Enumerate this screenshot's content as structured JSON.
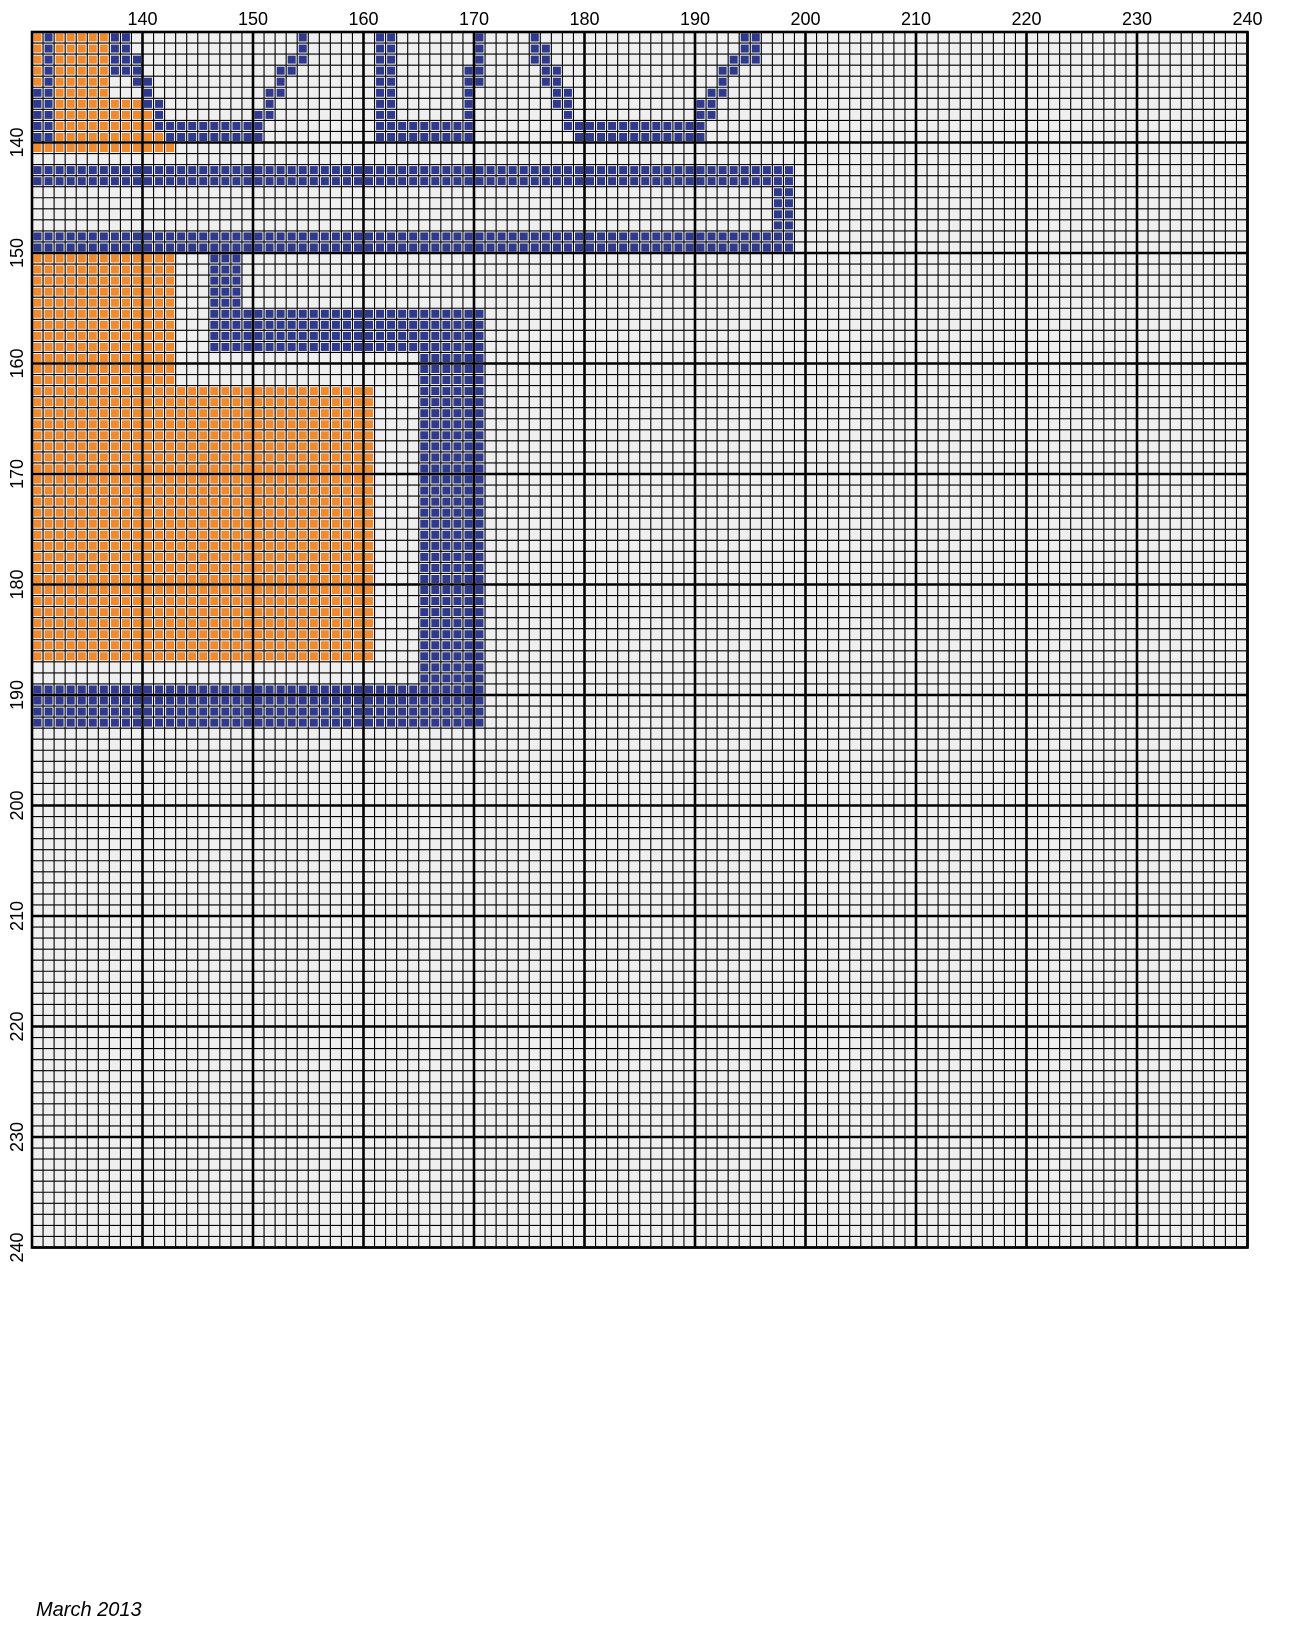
{
  "chart_data": {
    "type": "heatmap",
    "x_range": [
      130,
      240
    ],
    "y_range": [
      131,
      240
    ],
    "x_ticks": [
      140,
      150,
      160,
      170,
      180,
      190,
      200,
      210,
      220,
      230,
      240
    ],
    "y_ticks": [
      140,
      150,
      160,
      170,
      180,
      190,
      200,
      210,
      220,
      230,
      240
    ],
    "grid": true,
    "major_every": 10,
    "colors": {
      "background": "#ececec",
      "fabric": "#efefef",
      "grid_minor": "#000000",
      "grid_major": "#000000",
      "orange": "#f08a2e",
      "navy": "#2f3a8c",
      "cell_highlight": "#ffffff"
    },
    "regions": [
      {
        "color": "orange",
        "x": [
          131,
          137
        ],
        "y": [
          131,
          136
        ]
      },
      {
        "color": "orange",
        "x": [
          131,
          140
        ],
        "y": [
          137,
          137
        ]
      },
      {
        "color": "orange",
        "x": [
          131,
          141
        ],
        "y": [
          138,
          139
        ]
      },
      {
        "color": "orange",
        "x": [
          131,
          142
        ],
        "y": [
          140,
          140
        ]
      },
      {
        "color": "orange",
        "x": [
          131,
          143
        ],
        "y": [
          141,
          141
        ]
      },
      {
        "color": "orange",
        "x": [
          131,
          143
        ],
        "y": [
          151,
          162
        ]
      },
      {
        "color": "orange",
        "x": [
          131,
          161
        ],
        "y": [
          163,
          187
        ]
      },
      {
        "color": "navy",
        "x": [
          131,
          131
        ],
        "y": [
          136,
          140
        ]
      },
      {
        "color": "navy",
        "x": [
          132,
          132
        ],
        "y": [
          131,
          140
        ]
      },
      {
        "color": "navy",
        "x": [
          138,
          139
        ],
        "y": [
          131,
          134
        ]
      },
      {
        "color": "navy",
        "x": [
          140,
          140
        ],
        "y": [
          133,
          135
        ]
      },
      {
        "color": "navy",
        "x": [
          141,
          141
        ],
        "y": [
          135,
          137
        ]
      },
      {
        "color": "navy",
        "x": [
          142,
          142
        ],
        "y": [
          137,
          139
        ]
      },
      {
        "color": "navy",
        "x": [
          143,
          150
        ],
        "y": [
          139,
          140
        ]
      },
      {
        "color": "navy",
        "x": [
          151,
          151
        ],
        "y": [
          138,
          140
        ]
      },
      {
        "color": "navy",
        "x": [
          152,
          152
        ],
        "y": [
          136,
          138
        ]
      },
      {
        "color": "navy",
        "x": [
          153,
          153
        ],
        "y": [
          134,
          136
        ]
      },
      {
        "color": "navy",
        "x": [
          154,
          154
        ],
        "y": [
          133,
          134
        ]
      },
      {
        "color": "navy",
        "x": [
          155,
          155
        ],
        "y": [
          131,
          133
        ]
      },
      {
        "color": "navy",
        "x": [
          162,
          163
        ],
        "y": [
          131,
          140
        ]
      },
      {
        "color": "navy",
        "x": [
          164,
          169
        ],
        "y": [
          139,
          140
        ]
      },
      {
        "color": "navy",
        "x": [
          170,
          170
        ],
        "y": [
          134,
          140
        ]
      },
      {
        "color": "navy",
        "x": [
          171,
          171
        ],
        "y": [
          131,
          135
        ]
      },
      {
        "color": "navy",
        "x": [
          176,
          176
        ],
        "y": [
          131,
          133
        ]
      },
      {
        "color": "navy",
        "x": [
          177,
          177
        ],
        "y": [
          132,
          135
        ]
      },
      {
        "color": "navy",
        "x": [
          178,
          178
        ],
        "y": [
          134,
          137
        ]
      },
      {
        "color": "navy",
        "x": [
          179,
          179
        ],
        "y": [
          136,
          139
        ]
      },
      {
        "color": "navy",
        "x": [
          180,
          190
        ],
        "y": [
          139,
          140
        ]
      },
      {
        "color": "navy",
        "x": [
          191,
          191
        ],
        "y": [
          137,
          140
        ]
      },
      {
        "color": "navy",
        "x": [
          192,
          192
        ],
        "y": [
          136,
          138
        ]
      },
      {
        "color": "navy",
        "x": [
          193,
          193
        ],
        "y": [
          134,
          136
        ]
      },
      {
        "color": "navy",
        "x": [
          194,
          194
        ],
        "y": [
          133,
          134
        ]
      },
      {
        "color": "navy",
        "x": [
          195,
          196
        ],
        "y": [
          131,
          133
        ]
      },
      {
        "color": "navy",
        "x": [
          131,
          199
        ],
        "y": [
          143,
          144
        ]
      },
      {
        "color": "navy",
        "x": [
          198,
          199
        ],
        "y": [
          145,
          148
        ]
      },
      {
        "color": "navy",
        "x": [
          131,
          199
        ],
        "y": [
          149,
          150
        ]
      },
      {
        "color": "navy",
        "x": [
          147,
          149
        ],
        "y": [
          151,
          155
        ]
      },
      {
        "color": "navy",
        "x": [
          147,
          171
        ],
        "y": [
          156,
          159
        ]
      },
      {
        "color": "navy",
        "x": [
          166,
          171
        ],
        "y": [
          160,
          189
        ]
      },
      {
        "color": "navy",
        "x": [
          131,
          171
        ],
        "y": [
          190,
          193
        ]
      }
    ]
  },
  "footer": {
    "note": "March 2013"
  }
}
